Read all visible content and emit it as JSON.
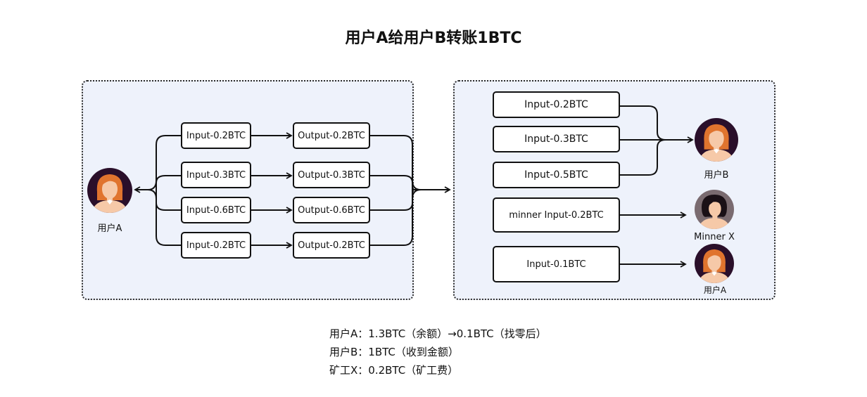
{
  "title": "用户A给用户B转账1BTC",
  "left_panel": {
    "inputs": [
      "Input-0.2BTC",
      "Input-0.3BTC",
      "Input-0.6BTC",
      "Input-0.2BTC"
    ],
    "outputs": [
      "Output-0.2BTC",
      "Output-0.3BTC",
      "Output-0.6BTC",
      "Output-0.2BTC"
    ],
    "sender_label": "用户A"
  },
  "right_panel": {
    "to_b": [
      "Input-0.2BTC",
      "Input-0.3BTC",
      "Input-0.5BTC"
    ],
    "to_miner": "minner Input-0.2BTC",
    "to_a": "Input-0.1BTC",
    "user_b_label": "用户B",
    "miner_label": "Minner X",
    "user_a_label": "用户A"
  },
  "summary": [
    "用户A：1.3BTC（余额）→0.1BTC（找零后）",
    "用户B：1BTC（收到金额）",
    "矿工X：0.2BTC（矿工费）"
  ],
  "colors": {
    "panel_bg": "#eef2fb",
    "avatar_bg_dark": "#2a0f2a",
    "avatar_bg_gray": "#7a6b70",
    "hair_orange": "#e0742e",
    "skin": "#f6c9a8"
  }
}
